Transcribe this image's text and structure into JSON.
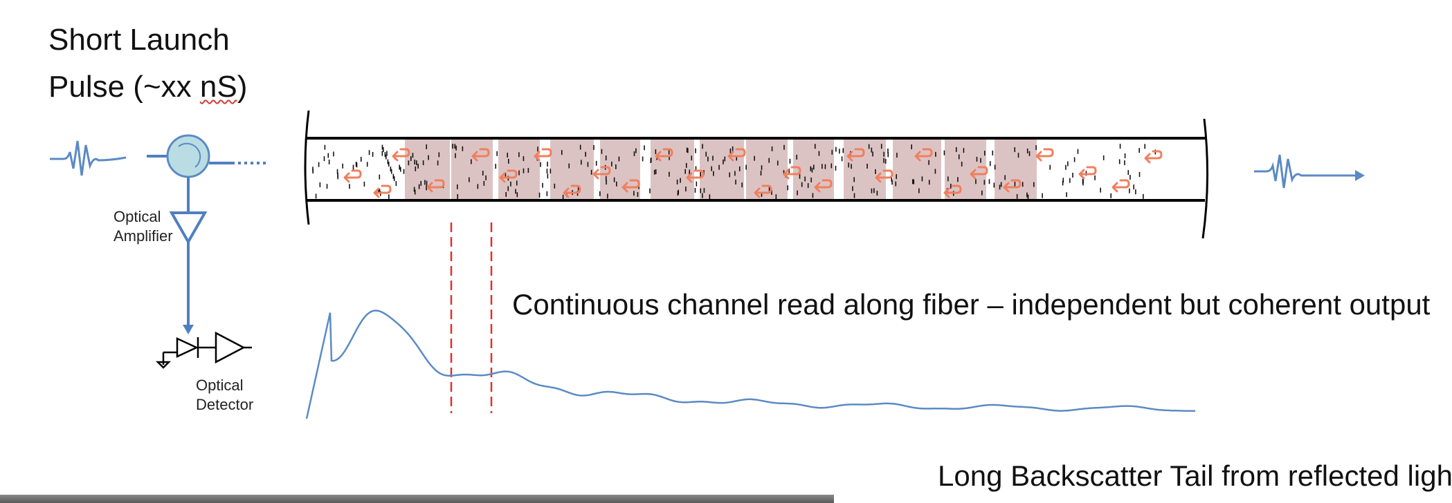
{
  "launch_pulse": {
    "line1": "Short Launch",
    "line2_prefix": "Pulse (~xx ",
    "line2_unit": "nS",
    "line2_suffix": ")"
  },
  "amplifier": {
    "line1": "Optical",
    "line2": "Amplifier"
  },
  "detector": {
    "line1": "Optical",
    "line2": "Detector"
  },
  "channel_caption": "Continuous channel read along fiber – independent but coherent output",
  "tail_caption": "Long Backscatter Tail from reflected light",
  "colors": {
    "signal_blue": "#5b8ac4",
    "circulator_fill": "#b9dde3",
    "channel_shade": "#dcc3c3",
    "scatter_arrow": "#f07f5e",
    "marker_red": "#e0302a"
  },
  "icons": [
    "pulse-waveform-icon",
    "circulator-icon",
    "amplifier-icon",
    "photodiode-icon",
    "output-pulse-icon"
  ]
}
